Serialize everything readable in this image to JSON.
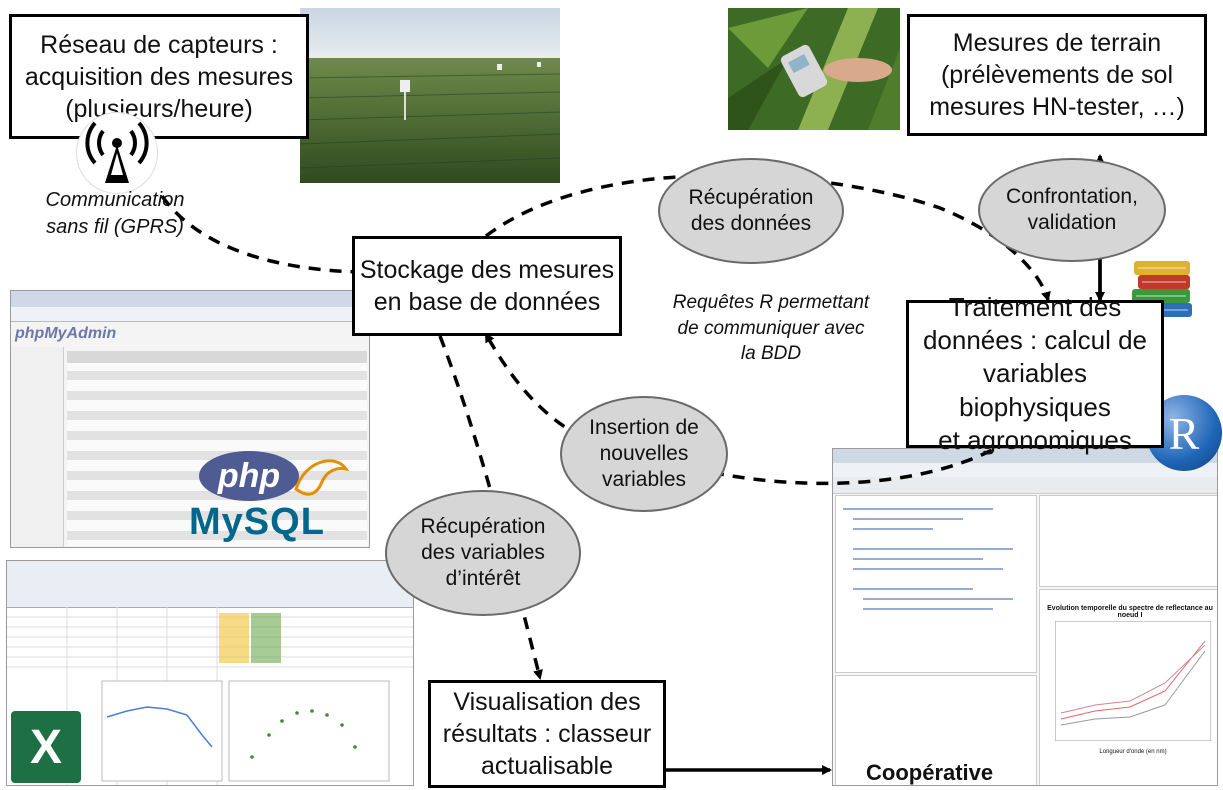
{
  "boxes": {
    "sensors": "Réseau de capteurs :\nacquisition des mesures\n(plusieurs/heure)",
    "field": "Mesures de terrain\n(prélèvements de sol\nmesures HN-tester, …)",
    "storage": "Stockage des mesures\nen base de données",
    "processing": "Traitement des\ndonnées : calcul de\nvariables biophysiques\net agronomiques",
    "visualisation": "Visualisation des\nrésultats : classeur\nactualisable"
  },
  "ellipses": {
    "retrieval": "Récupération\ndes données",
    "confrontation": "Confrontation,\nvalidation",
    "insertion": "Insertion de\nnouvelles\nvariables",
    "variables": "Récupération\ndes variables\nd’intérêt"
  },
  "notes": {
    "wireless": "Communication\nsans fil (GPRS)",
    "r_queries": "Requêtes R permettant\nde communiquer avec\nla BDD",
    "cooperative": "Coopérative"
  },
  "logos": {
    "php": "php",
    "mysql": "MySQL",
    "r": "R",
    "phpmyadmin": "phpMyAdmin",
    "excel": "X"
  },
  "rstudio_chart_title": "Evolution temporelle du spectre de reflectance au noeud I",
  "rstudio_chart_xlabel": "Longueur d'onde (en nm)",
  "colors": {
    "ellipse_fill": "#d6d6d6",
    "arrow": "#000000",
    "php_blue": "#4f5b93",
    "mysql_blue": "#00678c",
    "mysql_orange": "#e48e00",
    "r_blue": "#1f65b7",
    "excel_green": "#1d7044"
  }
}
